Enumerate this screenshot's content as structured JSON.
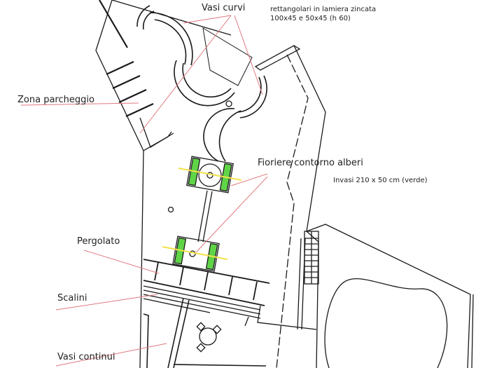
{
  "drawing": {
    "type": "site plan",
    "colors": {
      "lines": "#1a1a1a",
      "leader_lines": "#e07a80",
      "planter_fill": "#5fd447",
      "planter_dark": "#1e7d16",
      "tree_axis": "#f2e24a"
    }
  },
  "labels": {
    "vasi_curvi": "Vasi curvi",
    "spec_line1": "rettangolari in lamiera zincata",
    "spec_line2": "100x45 e 50x45 (h 60)",
    "zona_parcheggio": "Zona parcheggio",
    "fioriere": "Fioriere contorno alberi",
    "invasi": "Invasi 210 x 50 cm (verde)",
    "pergolato": "Pergolato",
    "scalini": "Scalini",
    "vasi_continui": "Vasi continui"
  }
}
